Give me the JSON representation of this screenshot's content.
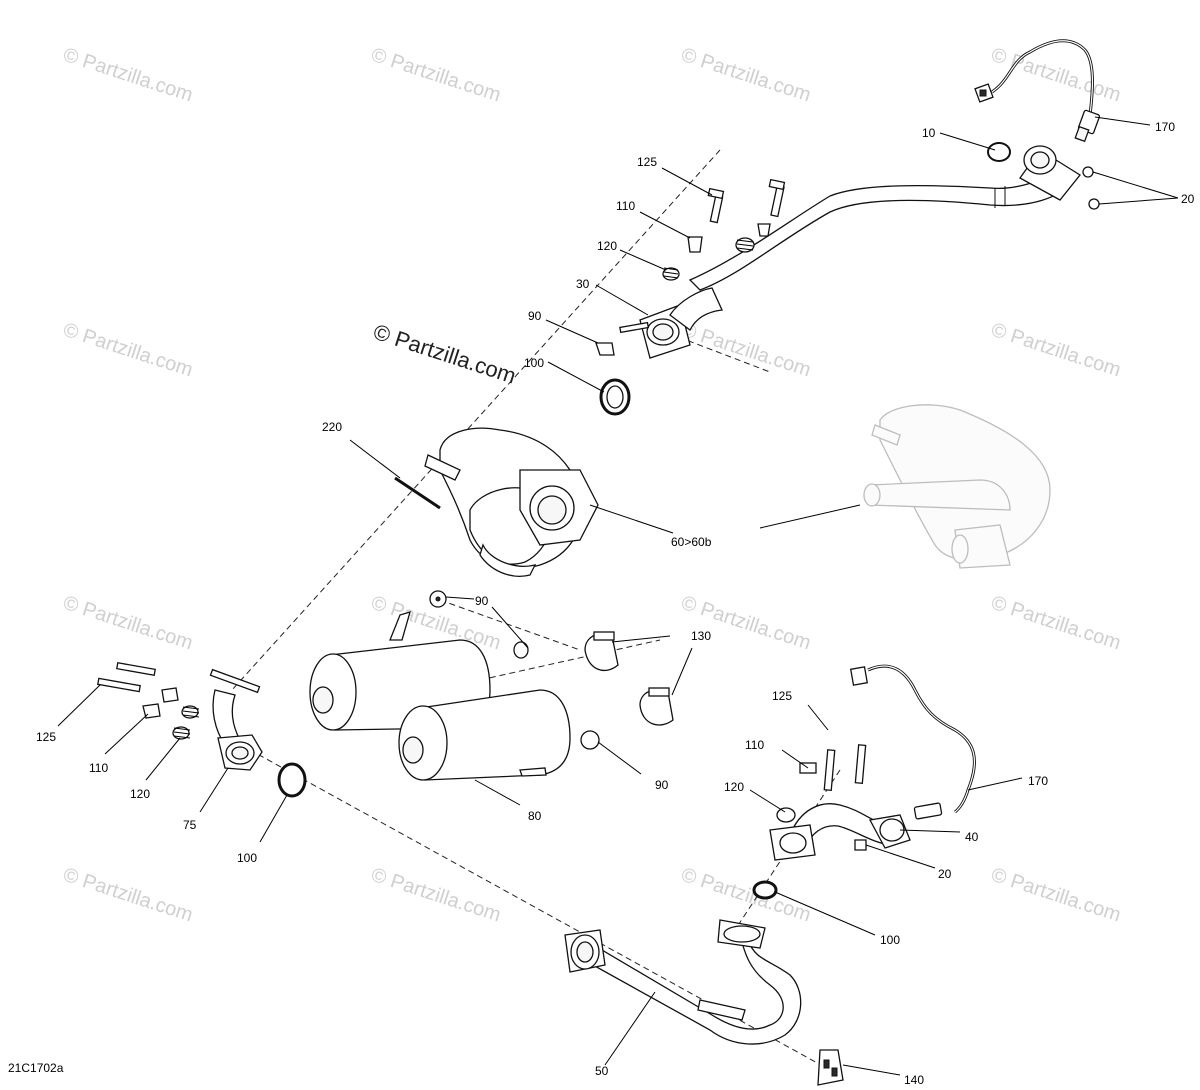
{
  "watermark": {
    "text": "© Partzilla.com",
    "main_text": "© Partzilla.com"
  },
  "figure_code": "21C1702a",
  "callouts": {
    "c170a": "170",
    "c10": "10",
    "c20a": "20",
    "c125a": "125",
    "c110a": "110",
    "c120a": "120",
    "c30": "30",
    "c90a": "90",
    "c100a": "100",
    "c220": "220",
    "c60": "60>60b",
    "c90b": "90",
    "c130": "130",
    "c90c": "90",
    "c80": "80",
    "c125b": "125",
    "c110b": "110",
    "c120b": "120",
    "c75": "75",
    "c100b": "100",
    "c125c": "125",
    "c110c": "110",
    "c120c": "120",
    "c170b": "170",
    "c40": "40",
    "c20b": "20",
    "c100c": "100",
    "c50": "50",
    "c140": "140"
  }
}
